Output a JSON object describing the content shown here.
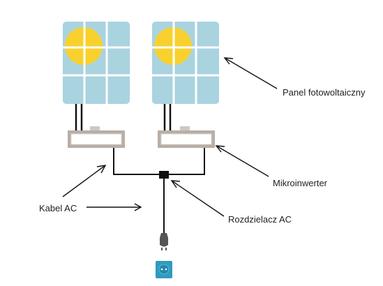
{
  "labels": {
    "panel": "Panel fotowoltaiczny",
    "microinverter": "Mikroinwerter",
    "cable": "Kabel AC",
    "splitter": "Rozdzielacz AC"
  },
  "colors": {
    "panel_cell": "#a9d3df",
    "panel_grid": "#ffffff",
    "sun": "#f8d12f",
    "inverter_frame": "#b8aea6",
    "inverter_body": "#ffffff",
    "wire": "#111111",
    "plug": "#555555",
    "outlet": "#2f9bc0",
    "arrow": "#111111"
  },
  "icons": {
    "sun": "sun-icon",
    "plug": "plug-icon",
    "outlet": "outlet-icon"
  }
}
